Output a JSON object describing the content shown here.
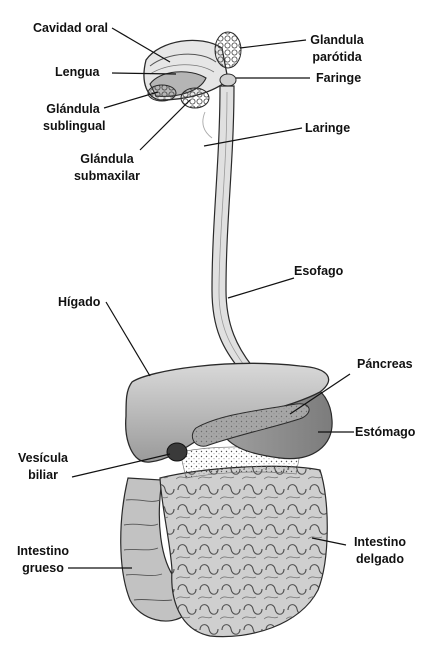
{
  "labels": {
    "cavidad_oral": "Cavidad oral",
    "lengua": "Lengua",
    "glandula_sublingual": [
      "Glándula",
      "sublingual"
    ],
    "glandula_submaxilar": [
      "Glándula",
      "submaxilar"
    ],
    "glandula_parotida": [
      "Glandula",
      "parótida"
    ],
    "faringe": "Faringe",
    "laringe": "Laringe",
    "esofago": "Esofago",
    "higado": "Hígado",
    "pancreas": "Páncreas",
    "estomago": "Estómago",
    "vesicula_biliar": [
      "Vesícula",
      "biliar"
    ],
    "intestino_grueso": [
      "Intestino",
      "grueso"
    ],
    "intestino_delgado": [
      "Intestino",
      "delgado"
    ]
  },
  "colors": {
    "background": "#ffffff",
    "text": "#111111",
    "leader": "#111111",
    "organ_fill": "#c4c4c4",
    "organ_dark": "#8a8a8a",
    "outline": "#2a2a2a"
  }
}
